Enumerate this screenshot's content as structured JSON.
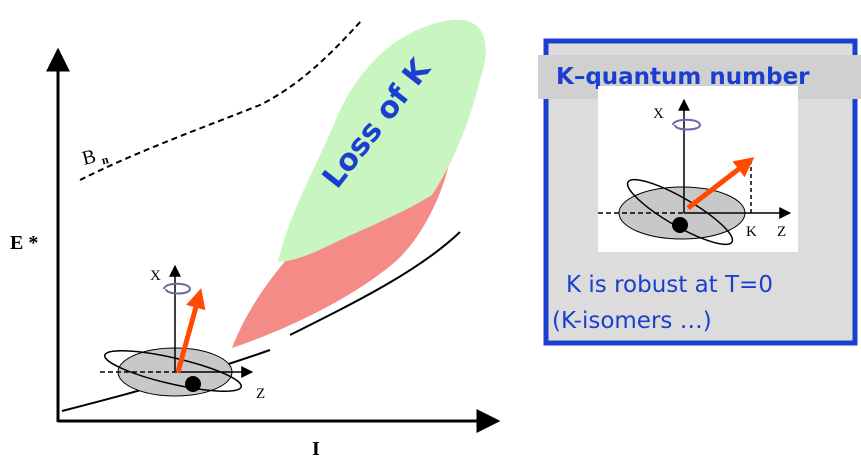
{
  "diagram": {
    "y_axis_label": "E *",
    "x_axis_label": "I",
    "neutron_binding_label": {
      "main": "B",
      "sub": "n"
    },
    "region_label": "Loss of K",
    "inset_axis_labels": {
      "x": "X",
      "z": "Z"
    }
  },
  "k_box": {
    "title": "K–quantum number",
    "axis_labels": {
      "x": "X",
      "k": "K",
      "z": "Z"
    },
    "caption_line1": "K is robust at T=0",
    "caption_line2": "(K-isomers …)"
  },
  "colors": {
    "frame_blue": "#1a3fd0",
    "caption_blue": "#1a3fd0",
    "box_fill": "#dcdcdc",
    "region_green": "#c8f5c0",
    "region_red": "#f48b86",
    "spin_arrow": "#ff4a00"
  }
}
